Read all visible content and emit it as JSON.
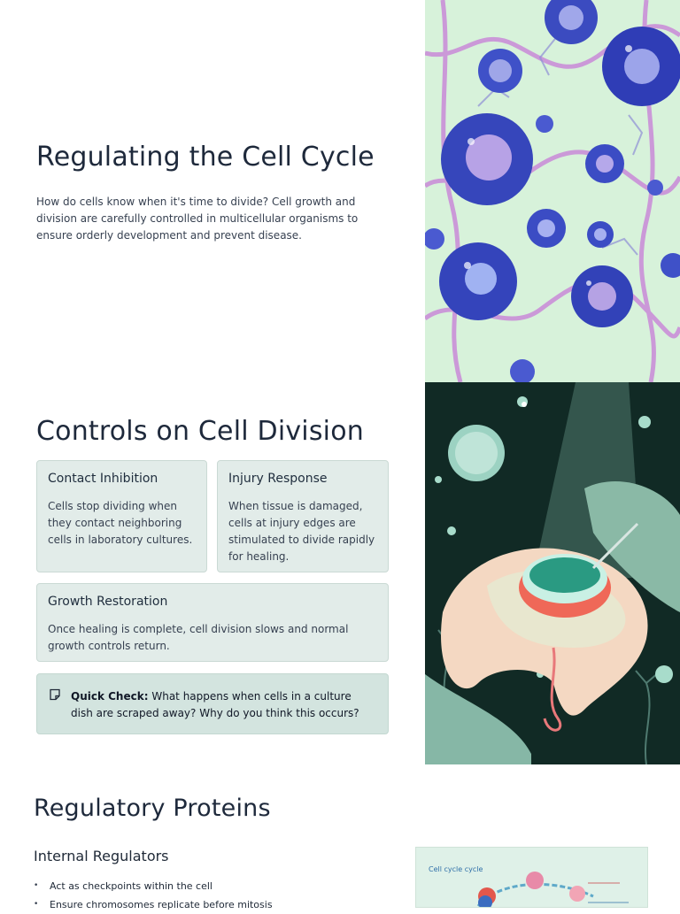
{
  "section1": {
    "title": "Regulating the Cell Cycle",
    "lead": "How do cells know when it's time to divide? Cell growth and division are carefully controlled in multicellular organisms to ensure orderly development and prevent disease."
  },
  "section2": {
    "title": "Controls on Cell Division",
    "cards": [
      {
        "title": "Contact Inhibition",
        "body": "Cells stop dividing when they contact neighboring cells in laboratory cultures."
      },
      {
        "title": "Injury Response",
        "body": "When tissue is damaged, cells at injury edges are stimulated to divide rapidly for healing."
      },
      {
        "title": "Growth Restoration",
        "body": "Once healing is complete, cell division slows and normal growth controls return."
      }
    ],
    "quick_check": {
      "label": "Quick Check:",
      "text": "What happens when cells in a culture dish are scraped away? Why do you think this occurs?"
    }
  },
  "section3": {
    "title": "Regulatory Proteins",
    "subtitle": "Internal Regulators",
    "bullets": [
      "Act as checkpoints within the cell",
      "Ensure chromosomes replicate before mitosis"
    ],
    "diagram_title": "Cell cycle cycle"
  },
  "colors": {
    "card_bg": "#e2ece9",
    "quick_bg": "#d3e4df",
    "heading": "#1e293b"
  }
}
